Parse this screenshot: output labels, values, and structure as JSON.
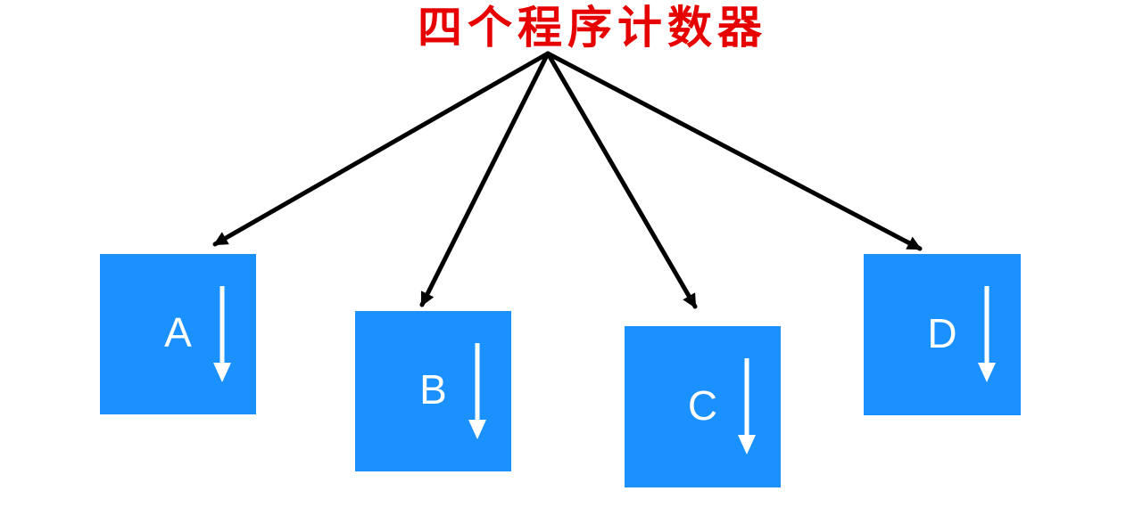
{
  "title": {
    "text": "四个程序计数器"
  },
  "colors": {
    "box_blue": "#1b90ff",
    "title_red": "#e60000",
    "arrow_black": "#000000",
    "arrow_white": "#ffffff",
    "page_bg": "#ffffff"
  },
  "boxes": [
    {
      "label": "A"
    },
    {
      "label": "B"
    },
    {
      "label": "C"
    },
    {
      "label": "D"
    }
  ],
  "diagram": {
    "type": "fan-out",
    "arrow_count": 4,
    "from": "四个程序计数器",
    "to": [
      "A",
      "B",
      "C",
      "D"
    ]
  }
}
